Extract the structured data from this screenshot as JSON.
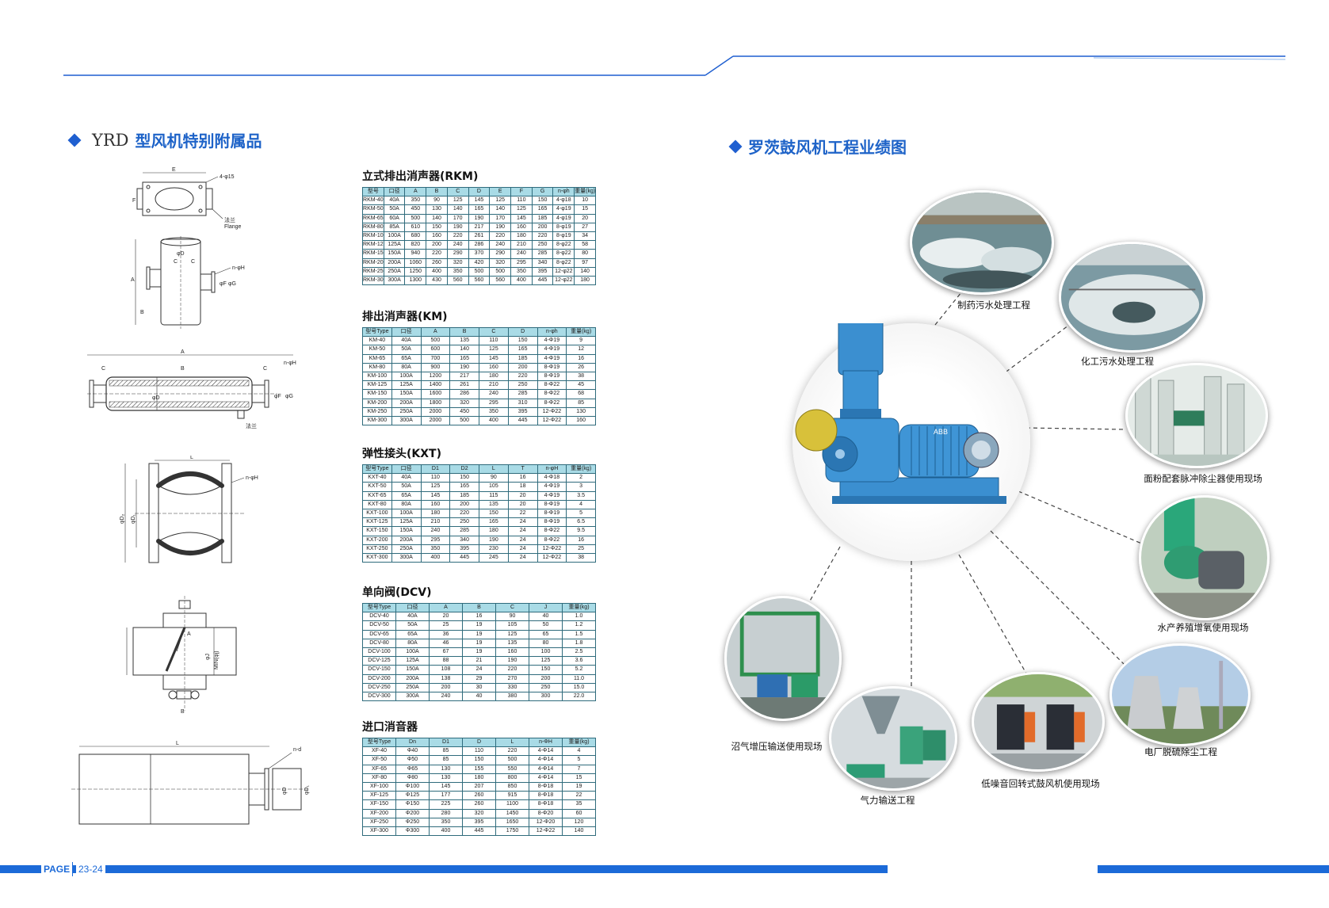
{
  "left_section": {
    "prefix": "YRD",
    "title": "型风机特别附属品"
  },
  "right_section": {
    "title": "罗茨鼓风机工程业绩图"
  },
  "drawing_labels": {
    "d1_e": "E",
    "d1_holes": "4-φ15",
    "d1_flange_cn": "法兰",
    "d1_flange_en": "Flange",
    "d1_f": "F",
    "d1_a": "A",
    "d1_b": "B",
    "d1_c": "C",
    "d1_phid": "φD",
    "d1_nphih": "n-φH",
    "d1_phif": "φF",
    "d1_phig": "φG",
    "d2_a": "A",
    "d2_b": "B",
    "d2_c": "C",
    "d2_nphih": "n-φH",
    "d2_phid": "φD",
    "d2_phif": "φF",
    "d2_phig": "φG",
    "d2_flange": "法兰",
    "d3_l": "L",
    "d3_nphih": "n-φH",
    "d3_phid1": "φD₁",
    "d3_phid2": "φD₂",
    "d4_a": "A",
    "d4_b": "B",
    "d4_phij": "φJ",
    "d4_min": "MIN(φj)",
    "d5_l": "L",
    "d5_nd": "n-d",
    "d5_phid": "φD",
    "d5_phid1": "φD₁"
  },
  "tables": [
    {
      "title": "立式排出消声器(RKM)",
      "headers": [
        "型号",
        "口径",
        "A",
        "B",
        "C",
        "D",
        "E",
        "F",
        "G",
        "n-φh",
        "重量(kg)"
      ],
      "rows": [
        [
          "RKM-40",
          "40A",
          "350",
          "90",
          "125",
          "145",
          "125",
          "110",
          "150",
          "4-φ18",
          "10"
        ],
        [
          "RKM-50",
          "50A",
          "450",
          "130",
          "140",
          "165",
          "140",
          "125",
          "165",
          "4-φ19",
          "15"
        ],
        [
          "RKM-65",
          "60A",
          "500",
          "140",
          "170",
          "190",
          "170",
          "145",
          "185",
          "4-φ19",
          "20"
        ],
        [
          "RKM-80",
          "85A",
          "610",
          "150",
          "190",
          "217",
          "190",
          "160",
          "200",
          "8-φ19",
          "27"
        ],
        [
          "RKM-100",
          "100A",
          "680",
          "160",
          "220",
          "261",
          "220",
          "180",
          "220",
          "8-φ19",
          "34"
        ],
        [
          "RKM-125",
          "125A",
          "820",
          "200",
          "240",
          "286",
          "240",
          "210",
          "250",
          "8-φ22",
          "58"
        ],
        [
          "RKM-150",
          "150A",
          "940",
          "220",
          "290",
          "370",
          "290",
          "240",
          "285",
          "8-φ22",
          "80"
        ],
        [
          "RKM-200",
          "200A",
          "1060",
          "260",
          "320",
          "420",
          "320",
          "295",
          "340",
          "8-φ22",
          "97"
        ],
        [
          "RKM-250",
          "250A",
          "1250",
          "400",
          "350",
          "500",
          "500",
          "350",
          "395",
          "12-φ22",
          "140"
        ],
        [
          "RKM-300",
          "300A",
          "1300",
          "430",
          "560",
          "560",
          "560",
          "400",
          "445",
          "12-φ22",
          "180"
        ]
      ]
    },
    {
      "title": "排出消声器(KM)",
      "headers": [
        "型号Type",
        "口径",
        "A",
        "B",
        "C",
        "D",
        "n-φh",
        "重量(kg)"
      ],
      "rows": [
        [
          "KM-40",
          "40A",
          "500",
          "135",
          "110",
          "150",
          "4-Φ19",
          "9"
        ],
        [
          "KM-50",
          "50A",
          "600",
          "140",
          "125",
          "165",
          "4-Φ19",
          "12"
        ],
        [
          "KM-65",
          "65A",
          "700",
          "165",
          "145",
          "185",
          "4-Φ19",
          "16"
        ],
        [
          "KM-80",
          "80A",
          "900",
          "190",
          "160",
          "200",
          "8-Φ19",
          "26"
        ],
        [
          "KM-100",
          "100A",
          "1200",
          "217",
          "180",
          "220",
          "8-Φ19",
          "38"
        ],
        [
          "KM-125",
          "125A",
          "1400",
          "261",
          "210",
          "250",
          "8-Φ22",
          "45"
        ],
        [
          "KM-150",
          "150A",
          "1600",
          "286",
          "240",
          "285",
          "8-Φ22",
          "68"
        ],
        [
          "KM-200",
          "200A",
          "1800",
          "320",
          "295",
          "310",
          "8-Φ22",
          "85"
        ],
        [
          "KM-250",
          "250A",
          "2000",
          "450",
          "350",
          "395",
          "12-Φ22",
          "130"
        ],
        [
          "KM-300",
          "300A",
          "2000",
          "500",
          "400",
          "445",
          "12-Φ22",
          "160"
        ]
      ]
    },
    {
      "title": "弹性接头(KXT)",
      "headers": [
        "型号Type",
        "口径",
        "D1",
        "D2",
        "L",
        "T",
        "n-φH",
        "重量(kg)"
      ],
      "rows": [
        [
          "KXT-40",
          "40A",
          "110",
          "150",
          "90",
          "16",
          "4-Φ18",
          "2"
        ],
        [
          "KXT-50",
          "50A",
          "125",
          "165",
          "105",
          "18",
          "4-Φ19",
          "3"
        ],
        [
          "KXT-65",
          "65A",
          "145",
          "185",
          "115",
          "20",
          "4-Φ19",
          "3.5"
        ],
        [
          "KXT-80",
          "80A",
          "160",
          "200",
          "135",
          "20",
          "8-Φ19",
          "4"
        ],
        [
          "KXT-100",
          "100A",
          "180",
          "220",
          "150",
          "22",
          "8-Φ19",
          "5"
        ],
        [
          "KXT-125",
          "125A",
          "210",
          "250",
          "165",
          "24",
          "8-Φ19",
          "6.5"
        ],
        [
          "KXT-150",
          "150A",
          "240",
          "285",
          "180",
          "24",
          "8-Φ22",
          "9.5"
        ],
        [
          "KXT-200",
          "200A",
          "295",
          "340",
          "190",
          "24",
          "8-Φ22",
          "16"
        ],
        [
          "KXT-250",
          "250A",
          "350",
          "395",
          "230",
          "24",
          "12-Φ22",
          "25"
        ],
        [
          "KXT-300",
          "300A",
          "400",
          "445",
          "245",
          "24",
          "12-Φ22",
          "38"
        ]
      ]
    },
    {
      "title": "单向阀(DCV)",
      "headers": [
        "型号Type",
        "口径",
        "A",
        "B",
        "C",
        "J",
        "重量(kg)"
      ],
      "rows": [
        [
          "DCV-40",
          "40A",
          "20",
          "16",
          "90",
          "40",
          "1.0"
        ],
        [
          "DCV-50",
          "50A",
          "25",
          "19",
          "105",
          "50",
          "1.2"
        ],
        [
          "DCV-65",
          "65A",
          "36",
          "19",
          "125",
          "65",
          "1.5"
        ],
        [
          "DCV-80",
          "80A",
          "46",
          "19",
          "135",
          "80",
          "1.8"
        ],
        [
          "DCV-100",
          "100A",
          "67",
          "19",
          "160",
          "100",
          "2.5"
        ],
        [
          "DCV-125",
          "125A",
          "88",
          "21",
          "190",
          "125",
          "3.6"
        ],
        [
          "DCV-150",
          "150A",
          "108",
          "24",
          "220",
          "150",
          "5.2"
        ],
        [
          "DCV-200",
          "200A",
          "138",
          "29",
          "270",
          "200",
          "11.0"
        ],
        [
          "DCV-250",
          "250A",
          "200",
          "30",
          "330",
          "250",
          "15.0"
        ],
        [
          "DCV-300",
          "300A",
          "240",
          "40",
          "380",
          "300",
          "22.0"
        ]
      ]
    },
    {
      "title": "进口消音器",
      "headers": [
        "型号Type",
        "Dn",
        "D1",
        "D",
        "L",
        "n-ΦH",
        "重量(kg)"
      ],
      "rows": [
        [
          "XF-40",
          "Φ40",
          "85",
          "110",
          "220",
          "4-Φ14",
          "4"
        ],
        [
          "XF-50",
          "Φ50",
          "85",
          "150",
          "500",
          "4-Φ14",
          "5"
        ],
        [
          "XF-65",
          "Φ65",
          "130",
          "155",
          "550",
          "4-Φ14",
          "7"
        ],
        [
          "XF-80",
          "Φ80",
          "130",
          "180",
          "800",
          "4-Φ14",
          "15"
        ],
        [
          "XF-100",
          "Φ100",
          "145",
          "207",
          "850",
          "8-Φ18",
          "19"
        ],
        [
          "XF-125",
          "Φ125",
          "177",
          "260",
          "915",
          "8-Φ18",
          "22"
        ],
        [
          "XF-150",
          "Φ150",
          "225",
          "260",
          "1100",
          "8-Φ18",
          "35"
        ],
        [
          "XF-200",
          "Φ200",
          "280",
          "320",
          "1450",
          "8-Φ20",
          "60"
        ],
        [
          "XF-250",
          "Φ250",
          "350",
          "395",
          "1650",
          "12-Φ20",
          "120"
        ],
        [
          "XF-300",
          "Φ300",
          "400",
          "445",
          "1750",
          "12-Φ22",
          "140"
        ]
      ]
    }
  ],
  "hub": {
    "motor_label": "ABB"
  },
  "photos": [
    {
      "caption": "制药污水处理工程"
    },
    {
      "caption": "化工污水处理工程"
    },
    {
      "caption": "面粉配套脉冲除尘器使用现场"
    },
    {
      "caption": "水产养殖增氧使用现场"
    },
    {
      "caption": "电厂脱硫除尘工程"
    },
    {
      "caption": "低噪音回转式鼓风机使用现场"
    },
    {
      "caption": "气力输送工程"
    },
    {
      "caption": "沼气增压输送使用现场"
    }
  ],
  "footer": {
    "page_label": "PAGE",
    "page_numbers": "23-24"
  },
  "colors": {
    "accent": "#1c6ad8",
    "title_blue": "#1e63c8",
    "table_header": "#a9dbe6",
    "blower_blue": "#3b8fd0"
  }
}
